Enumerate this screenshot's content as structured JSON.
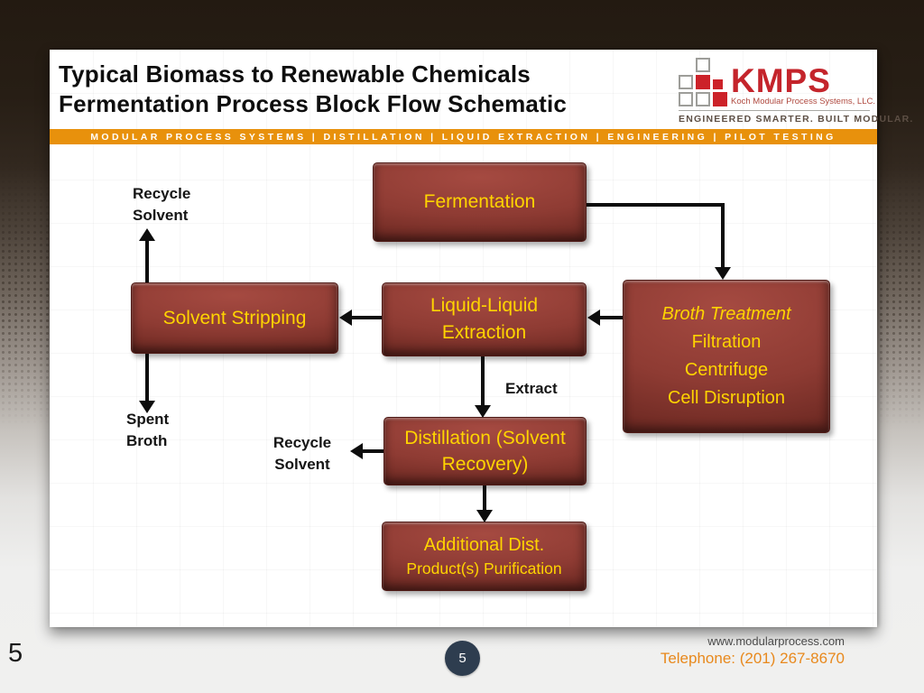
{
  "slide": {
    "title_line1": "Typical Biomass to Renewable Chemicals",
    "title_line2": "Fermentation Process Block Flow Schematic",
    "banner": "MODULAR PROCESS SYSTEMS | DISTILLATION | LIQUID EXTRACTION | ENGINEERING | PILOT TESTING",
    "logo": {
      "name": "KMPS",
      "subtitle": "Koch Modular Process Systems, LLC.",
      "tagline": "ENGINEERED SMARTER. BUILT MODULAR."
    }
  },
  "diagram": {
    "blocks": [
      {
        "id": "fermentation",
        "lines": [
          "Fermentation"
        ]
      },
      {
        "id": "solvent-stripping",
        "lines": [
          "Solvent Stripping"
        ]
      },
      {
        "id": "liquid-liquid-extraction",
        "lines": [
          "Liquid-Liquid",
          "Extraction"
        ]
      },
      {
        "id": "broth-treatment",
        "lines": [
          "Broth Treatment",
          "Filtration",
          "Centrifuge",
          "Cell Disruption"
        ]
      },
      {
        "id": "distillation-solvent-recovery",
        "lines": [
          "Distillation (Solvent",
          "Recovery)"
        ]
      },
      {
        "id": "additional-distillation",
        "lines": [
          "Additional Dist.",
          "Product(s) Purification"
        ]
      }
    ],
    "labels": {
      "recycle_solvent_top": {
        "line1": "Recycle",
        "line2": "Solvent"
      },
      "spent_broth": {
        "line1": "Spent",
        "line2": "Broth"
      },
      "extract": "Extract",
      "recycle_solvent_mid": {
        "line1": "Recycle",
        "line2": "Solvent"
      }
    },
    "colors": {
      "block_fill": "#8e3b33",
      "block_text": "#ffd400",
      "banner_bg": "#e8910c",
      "logo_red": "#cc2229",
      "badge_bg": "#2e3d4f",
      "telephone_orange": "#e8891d",
      "arrow": "#0d0d0d"
    }
  },
  "footer": {
    "page_number": "5",
    "page_badge": "5",
    "website": "www.modularprocess.com",
    "telephone": "Telephone: (201) 267-8670"
  }
}
